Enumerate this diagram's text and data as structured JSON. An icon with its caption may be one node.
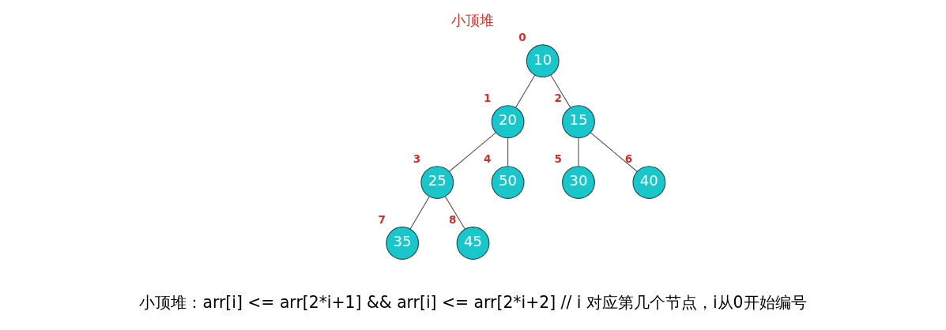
{
  "diagram": {
    "title": "小顶堆",
    "caption": "小顶堆：arr[i] <= arr[2*i+1] && arr[i] <= arr[2*i+2] // i 对应第几个节点，i从0开始编号",
    "nodes": [
      {
        "text": [
          "10"
        ],
        "beside": [
          "0"
        ]
      },
      {
        "text": [
          "20"
        ],
        "beside": [
          "1"
        ]
      },
      {
        "text": [
          "15"
        ],
        "beside": [
          "2"
        ]
      },
      {
        "text": [
          "25"
        ],
        "beside": [
          "3"
        ]
      },
      {
        "text": [
          "50"
        ],
        "beside": [
          "4"
        ]
      },
      {
        "text": [
          "30"
        ],
        "beside": [
          "5"
        ]
      },
      {
        "text": [
          "40"
        ],
        "beside": [
          "6"
        ]
      },
      {
        "text": [
          "35"
        ],
        "beside": [
          "7"
        ]
      },
      {
        "text": [
          "45"
        ],
        "beside": [
          "8"
        ]
      }
    ],
    "edges": [
      {
        "from": 0,
        "to": 1,
        "arrow": "none"
      },
      {
        "from": 0,
        "to": 2,
        "arrow": "none"
      },
      {
        "from": 1,
        "to": 3,
        "arrow": "none"
      },
      {
        "from": 1,
        "to": 4,
        "arrow": "none"
      },
      {
        "from": 2,
        "to": 5,
        "arrow": "none"
      },
      {
        "from": 2,
        "to": 6,
        "arrow": "none"
      },
      {
        "from": 3,
        "to": 7,
        "arrow": "none"
      },
      {
        "from": 3,
        "to": 8,
        "arrow": "none"
      }
    ]
  }
}
